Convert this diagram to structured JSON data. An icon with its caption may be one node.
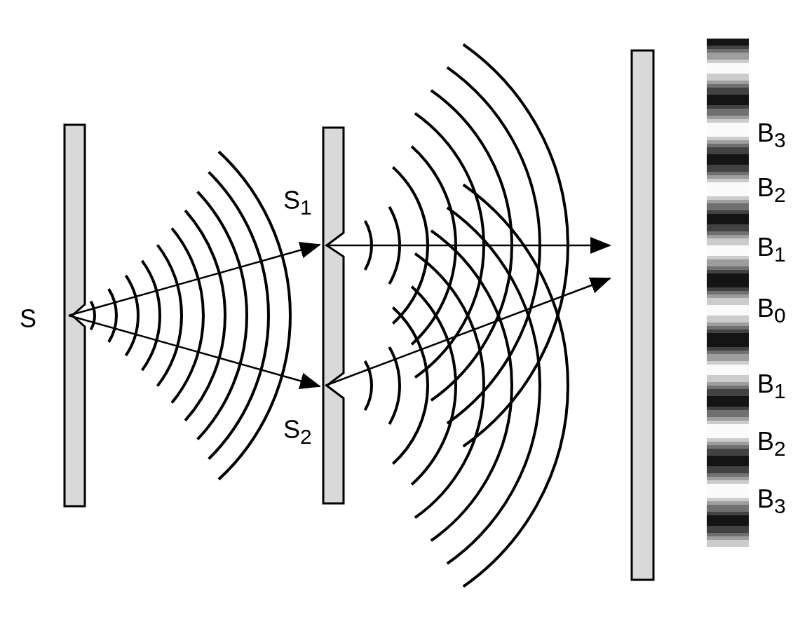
{
  "diagram": {
    "nodes": [
      {
        "text": [
          "S"
        ]
      },
      {
        "text": [
          "S$_{1}$"
        ]
      },
      {
        "text": [
          "S$_{2}$"
        ]
      }
    ],
    "edges": [
      {
        "from": 0,
        "to": 1,
        "arrow": "to"
      },
      {
        "from": 0,
        "to": 2,
        "arrow": "to"
      },
      {
        "from": 1,
        "to": null,
        "arrow": "to"
      },
      {
        "from": 2,
        "to": null,
        "arrow": "to"
      }
    ],
    "labels": [
      "B$_{3}$",
      "B$_{2}$",
      "B$_{1}$",
      "B$_{0}$",
      "B$_{1}$",
      "B$_{2}$",
      "B$_{3}$"
    ]
  }
}
